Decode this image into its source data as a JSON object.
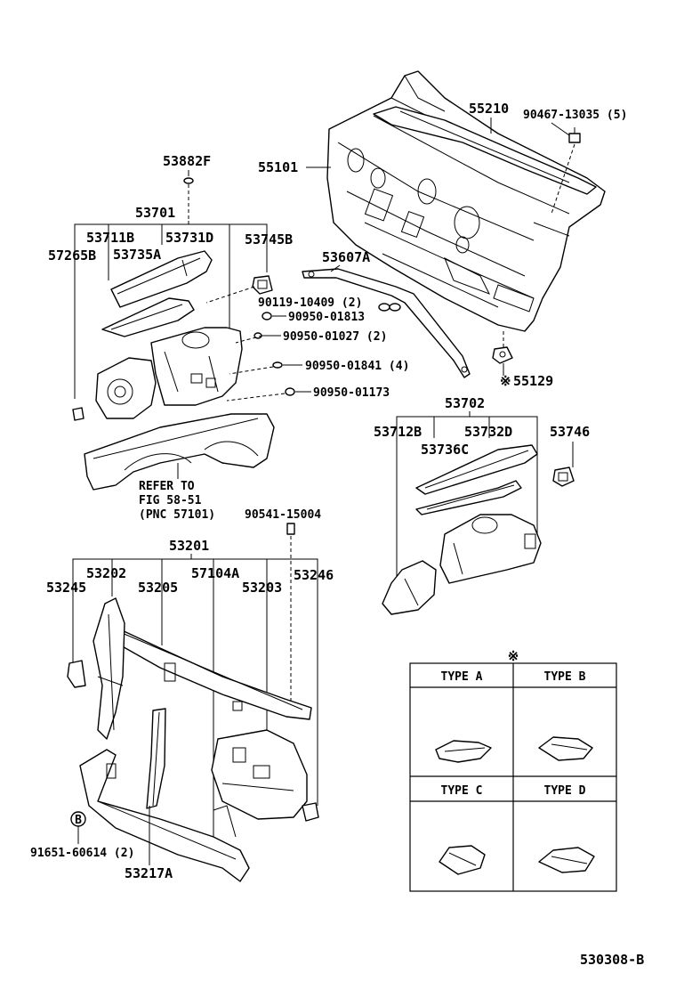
{
  "labels": {
    "p55210": "55210",
    "p90467": "90467-13035 (5)",
    "p55101": "55101",
    "p53882F": "53882F",
    "p53701": "53701",
    "p53711B": "53711B",
    "p53731D": "53731D",
    "p53745B": "53745B",
    "p57265B": "57265B",
    "p53735A": "53735A",
    "p53607A": "53607A",
    "p90119": "90119-10409 (2)",
    "p90950_01813": "90950-01813",
    "p90950_01027": "90950-01027 (2)",
    "p90950_01841": "90950-01841 (4)",
    "p90950_01173": "90950-01173",
    "p55129": "55129",
    "p53702": "53702",
    "p53712B": "53712B",
    "p53732D": "53732D",
    "p53746": "53746",
    "p53736C": "53736C",
    "refer1": "REFER TO",
    "refer2": "FIG 58-51",
    "refer3": "(PNC 57101)",
    "p90541": "90541-15004",
    "p53201": "53201",
    "p53202": "53202",
    "p57104A": "57104A",
    "p53246": "53246",
    "p53245": "53245",
    "p53205": "53205",
    "p53203": "53203",
    "p91651": "91651-60614 (2)",
    "p53217A": "53217A",
    "diagram_id": "530308-B"
  },
  "type_table": {
    "note_mark": "※",
    "types": [
      "TYPE A",
      "TYPE B",
      "TYPE C",
      "TYPE D"
    ]
  },
  "markers": {
    "note_mark": "※",
    "bolt_mark": "B"
  }
}
